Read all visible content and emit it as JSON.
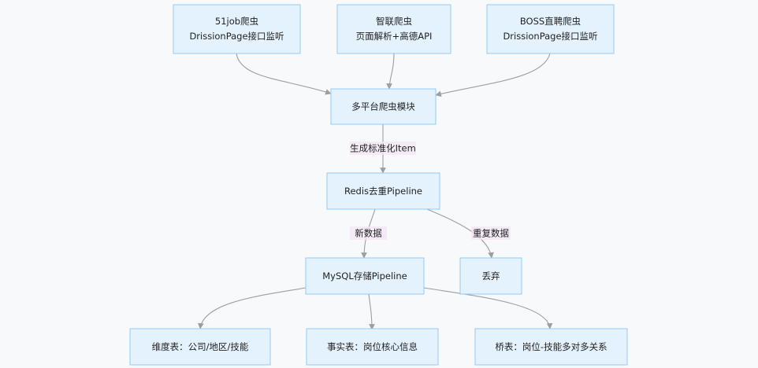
{
  "diagram": {
    "nodes": {
      "job51": {
        "line1": "51job爬虫",
        "line2": "DrissionPage接口监听"
      },
      "zhilian": {
        "line1": "智联爬虫",
        "line2": "页面解析+高德API"
      },
      "boss": {
        "line1": "BOSS直聘爬虫",
        "line2": "DrissionPage接口监听"
      },
      "multi": {
        "label": "多平台爬虫模块"
      },
      "redis": {
        "label": "Redis去重Pipeline"
      },
      "mysql": {
        "label": "MySQL存储Pipeline"
      },
      "discard": {
        "label": "丢弃"
      },
      "dim": {
        "label": "维度表：公司/地区/技能"
      },
      "fact": {
        "label": "事实表：岗位核心信息"
      },
      "bridge": {
        "label": "桥表：岗位-技能多对多关系"
      }
    },
    "edge_labels": {
      "standardize": "生成标准化Item",
      "new_data": "新数据",
      "dup_data": "重复数据"
    }
  }
}
